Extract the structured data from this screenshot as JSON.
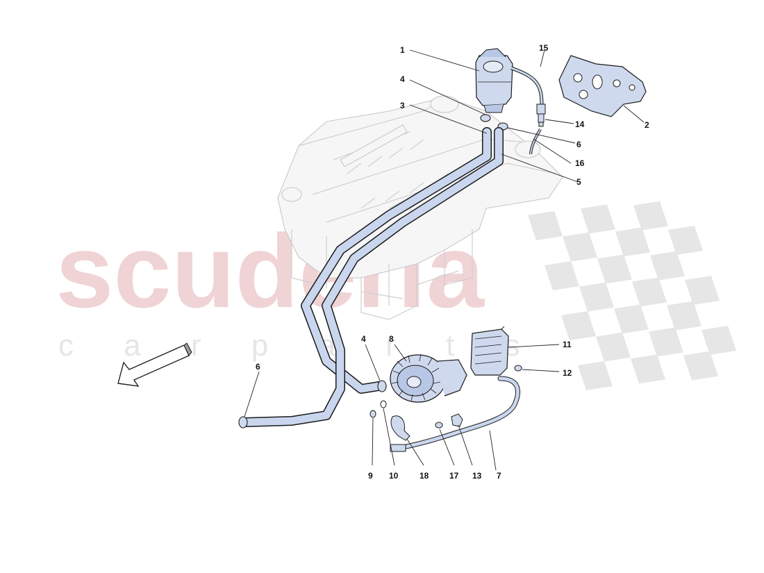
{
  "watermark": {
    "brand": "scuderia",
    "sub": "c a r   p a r t s",
    "brand_color": "#e8b4b8",
    "sub_color": "#e9e9e9"
  },
  "colors": {
    "part_fill": "#cfd9ee",
    "hose_fill": "#c9d6ee",
    "outline": "#1a1a1a",
    "engine_ghost": "#cfcfcf",
    "checker": "#e2e2e2"
  },
  "callouts": [
    {
      "id": "1",
      "text": "1"
    },
    {
      "id": "2",
      "text": "2"
    },
    {
      "id": "3",
      "text": "3"
    },
    {
      "id": "4a",
      "text": "4"
    },
    {
      "id": "4b",
      "text": "4"
    },
    {
      "id": "5",
      "text": "5"
    },
    {
      "id": "6a",
      "text": "6"
    },
    {
      "id": "6b",
      "text": "6"
    },
    {
      "id": "7",
      "text": "7"
    },
    {
      "id": "8",
      "text": "8"
    },
    {
      "id": "9",
      "text": "9"
    },
    {
      "id": "10",
      "text": "10"
    },
    {
      "id": "11",
      "text": "11"
    },
    {
      "id": "12",
      "text": "12"
    },
    {
      "id": "13",
      "text": "13"
    },
    {
      "id": "14",
      "text": "14"
    },
    {
      "id": "15",
      "text": "15"
    },
    {
      "id": "16",
      "text": "16"
    },
    {
      "id": "17",
      "text": "17"
    },
    {
      "id": "18",
      "text": "18"
    }
  ],
  "icons": {
    "direction_arrow": "front-direction-arrow-icon",
    "checker_flag": "checkered-flag-icon"
  }
}
